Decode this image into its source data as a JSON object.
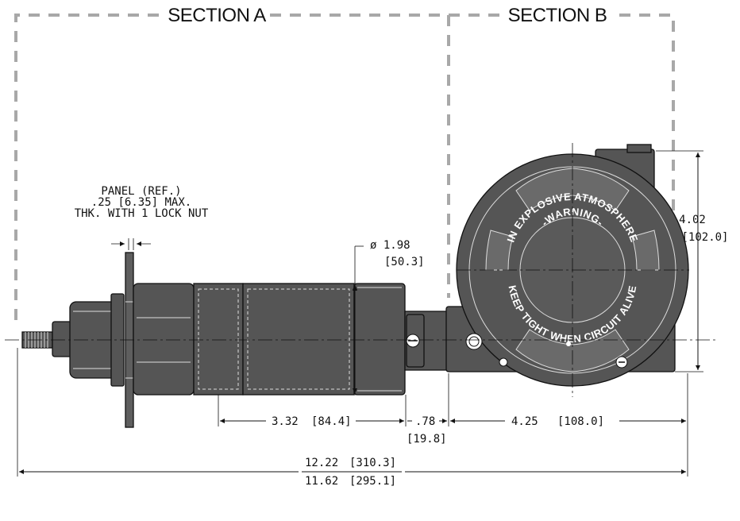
{
  "sections": {
    "a_label": "SECTION A",
    "b_label": "SECTION B"
  },
  "panel_note": {
    "line1": "PANEL (REF.)",
    "line2": ".25 [6.35] MAX.",
    "line3": "THK. WITH 1 LOCK NUT"
  },
  "dimensions": {
    "diameter_in": "ø 1.98",
    "diameter_mm": "[50.3]",
    "height_in": "4.02",
    "height_mm": "[102.0]",
    "body_len_in": "3.32",
    "body_len_mm": "[84.4]",
    "gap_in": ".78",
    "gap_mm": "[19.8]",
    "housing_len_in": "4.25",
    "housing_len_mm": "[108.0]",
    "overall_max_in": "12.22",
    "overall_max_mm": "[310.3]",
    "overall_min_in": "11.62",
    "overall_min_mm": "[295.1]"
  },
  "cover": {
    "warning_outer": "IN EXPLOSIVE ATMOSPHERE",
    "warning_title": "-WARNING-",
    "warning_inner": "KEEP TIGHT WHEN CIRCUIT ALIVE"
  },
  "colors": {
    "part_fill": "#555555",
    "section_border": "#a8a8a8",
    "line": "#111111"
  }
}
